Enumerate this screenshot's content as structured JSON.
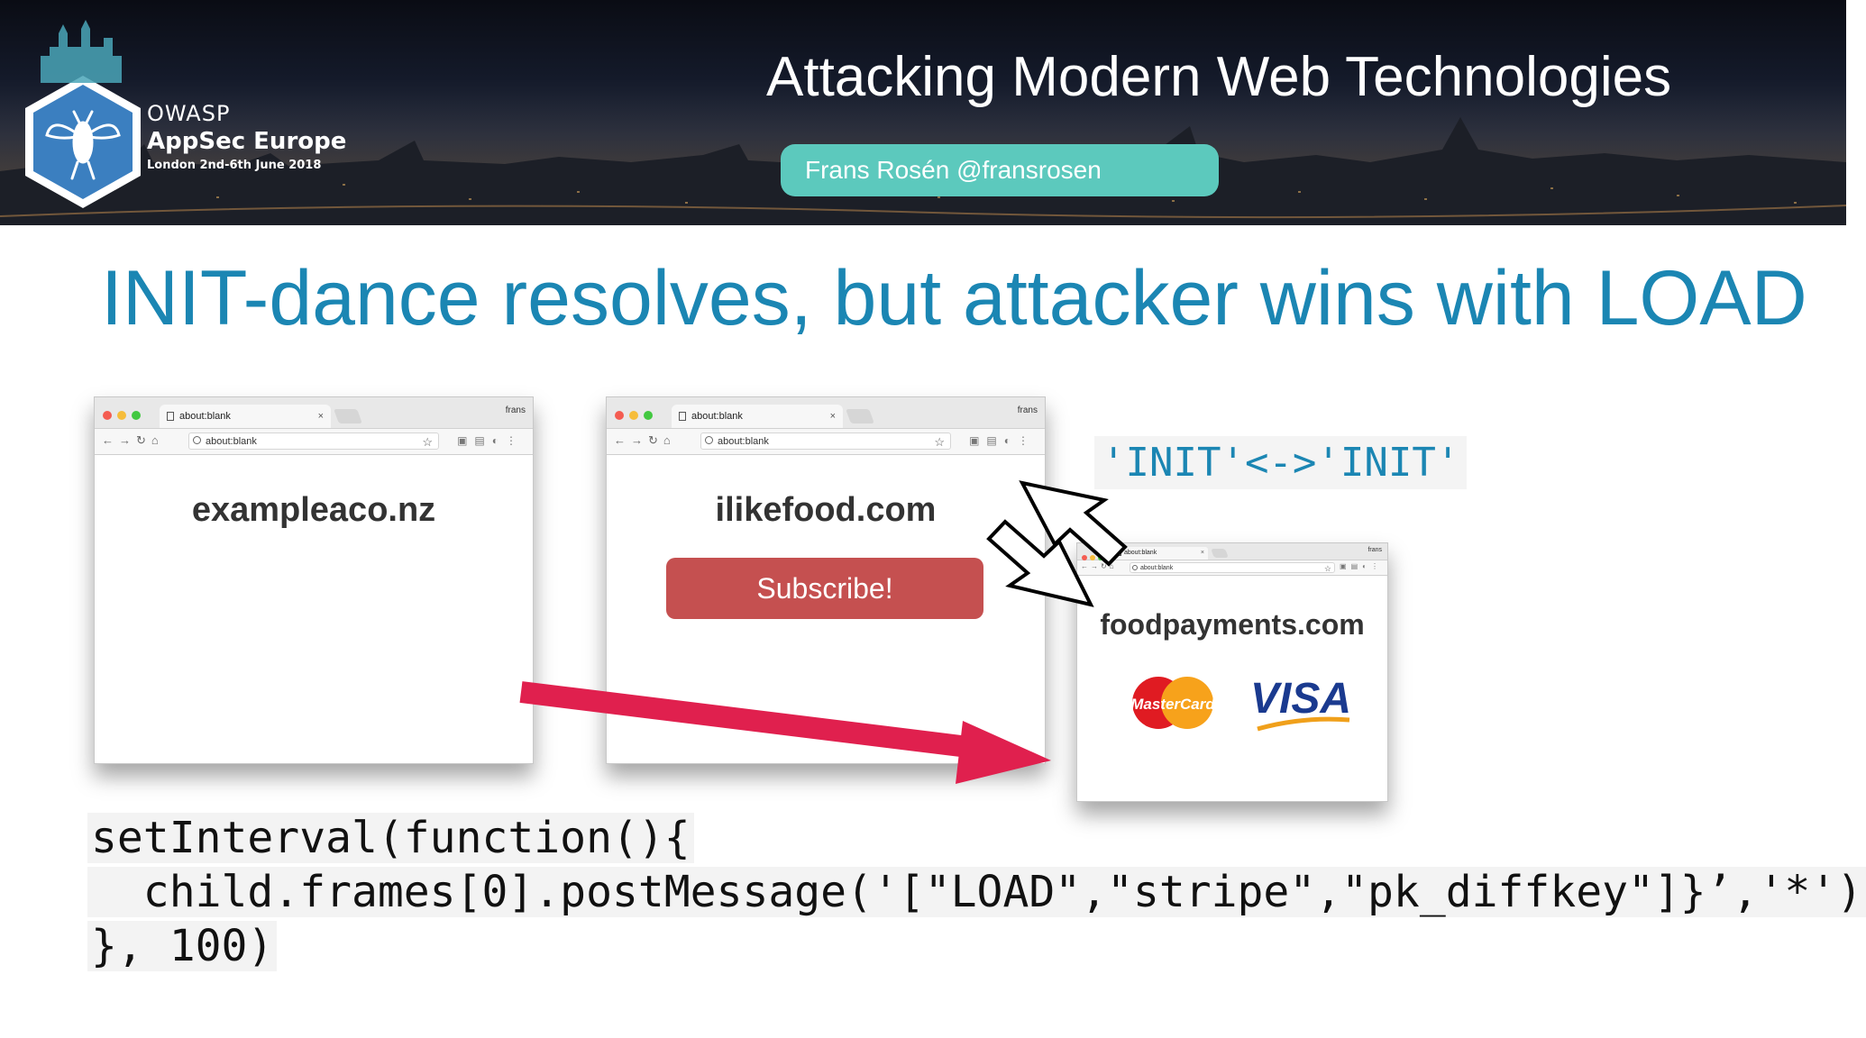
{
  "header": {
    "logo": {
      "org": "OWASP",
      "event": "AppSec Europe",
      "dates": "London 2nd-6th June 2018"
    },
    "talk_title": "Attacking Modern Web Technologies",
    "speaker": "Frans Rosén @fransrosen"
  },
  "slide": {
    "title": "INIT-dance resolves, but attacker wins with LOAD",
    "init_label": "'INIT'<->'INIT'"
  },
  "browsers": [
    {
      "tab_title": "about:blank",
      "url": "about:blank",
      "user": "frans",
      "site": "exampleaco.nz"
    },
    {
      "tab_title": "about:blank",
      "url": "about:blank",
      "user": "frans",
      "site": "ilikefood.com",
      "button": "Subscribe!"
    },
    {
      "tab_title": "about:blank",
      "url": "about:blank",
      "user": "frans",
      "site": "foodpayments.com",
      "logos": [
        "MasterCard",
        "VISA"
      ]
    }
  ],
  "code": {
    "line1": "setInterval(function(){",
    "line2": "  child.frames[0].postMessage('[\"LOAD\",\"stripe\",\"pk_diffkey\"]}’,'*')",
    "line3": "}, 100)"
  },
  "colors": {
    "title_blue": "#1b86b3",
    "pill": "#5cc9bd",
    "button": "#c55050",
    "arrow": "#e0204e"
  },
  "icons": [
    "owasp-wasp-logo",
    "back-arrow-icon",
    "forward-arrow-icon",
    "reload-icon",
    "home-icon",
    "star-icon",
    "double-arrow-icon",
    "red-arrow-icon"
  ]
}
